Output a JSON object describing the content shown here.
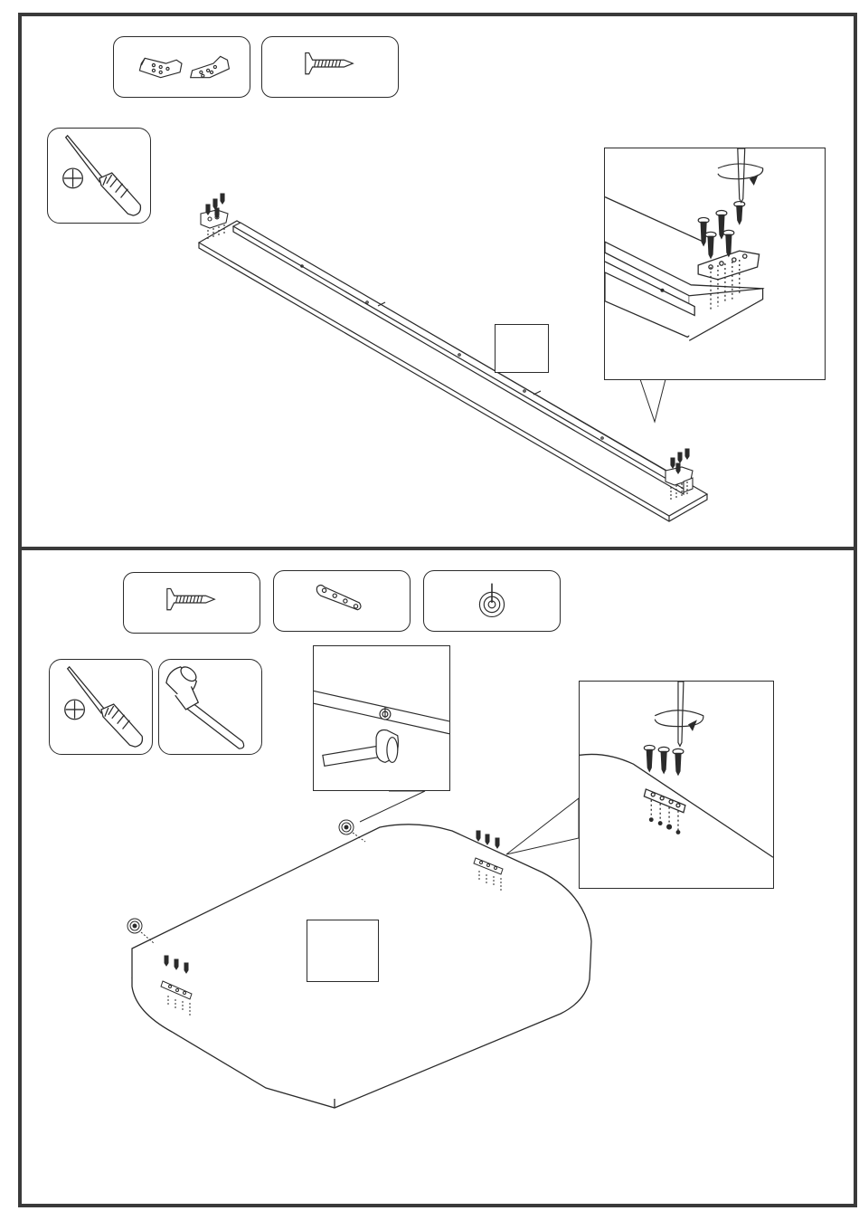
{
  "document": {
    "title": "",
    "steps": [
      {
        "step_label": "",
        "parts": [
          {
            "icon": "metal-bracket-pair-icon",
            "qty": ""
          },
          {
            "icon": "wood-screw-icon",
            "qty": ""
          }
        ],
        "tools": [
          "phillips-screwdriver-icon"
        ],
        "detail": "bracket-screw-detail"
      },
      {
        "step_label": "",
        "parts": [
          {
            "icon": "wood-screw-icon",
            "qty": ""
          },
          {
            "icon": "flat-mending-plate-icon",
            "qty": ""
          },
          {
            "icon": "nail-in-glide-icon",
            "qty": ""
          }
        ],
        "tools": [
          "phillips-screwdriver-icon",
          "rubber-mallet-icon"
        ],
        "details": [
          "glide-hammer-detail",
          "plate-screw-detail"
        ]
      }
    ]
  },
  "colors": {
    "line": "#2b2b2b",
    "frame": "#3a3a3a",
    "background": "#ffffff"
  }
}
